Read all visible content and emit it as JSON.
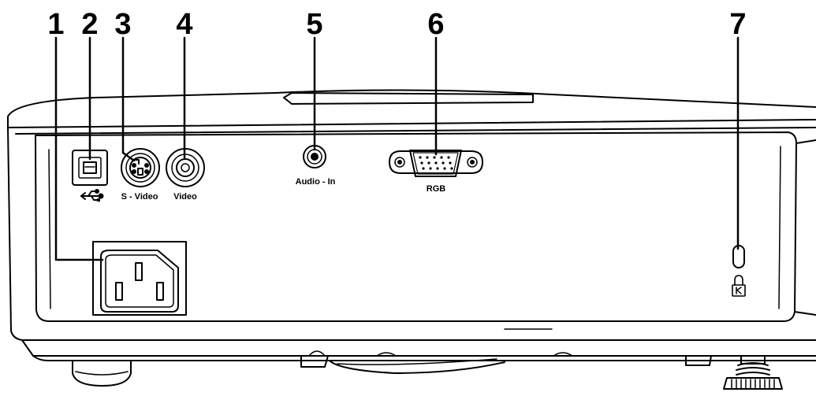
{
  "callouts": [
    {
      "number": "1",
      "part": "power-socket"
    },
    {
      "number": "2",
      "part": "usb-port"
    },
    {
      "number": "3",
      "part": "s-video-port"
    },
    {
      "number": "4",
      "part": "video-port"
    },
    {
      "number": "5",
      "part": "audio-in-port"
    },
    {
      "number": "6",
      "part": "rgb-port"
    },
    {
      "number": "7",
      "part": "kensington-lock"
    }
  ],
  "port_labels": {
    "s_video": "S - Video",
    "video": "Video",
    "audio_in": "Audio - In",
    "rgb": "RGB"
  },
  "icons": {
    "usb": "usb-icon",
    "lock": "kensington-lock-icon"
  },
  "colors": {
    "line": "#000000",
    "body": "#ffffff",
    "recess_shadow": "#d9d9d9"
  }
}
